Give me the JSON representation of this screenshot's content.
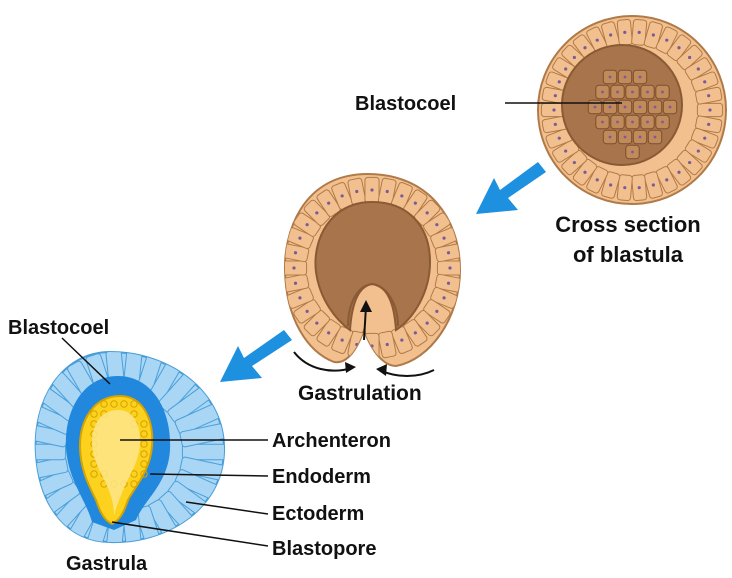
{
  "labels": {
    "blastocoel_top": "Blastocoel",
    "cross_section_line1": "Cross section",
    "cross_section_line2": "of blastula",
    "gastrulation": "Gastrulation",
    "blastocoel_left": "Blastocoel",
    "archenteron": "Archenteron",
    "endoderm": "Endoderm",
    "ectoderm": "Ectoderm",
    "blastopore": "Blastopore",
    "gastrula": "Gastrula"
  },
  "colors": {
    "arrow": "#1e90e0",
    "blastula_outer_cell": "#f2c08e",
    "blastula_cell_border": "#b07a48",
    "blastula_inner": "#a8744c",
    "blastula_inner_cell": "#c08a5a",
    "nucleus": "#7a5a9a",
    "gastrula_outer": "#a9d6f5",
    "gastrula_cell_border": "#4a9ed8",
    "gastrula_blastocoel": "#2288dd",
    "endoderm": "#fcd21e",
    "endoderm_border": "#d6a300",
    "leader_line": "#111111"
  }
}
